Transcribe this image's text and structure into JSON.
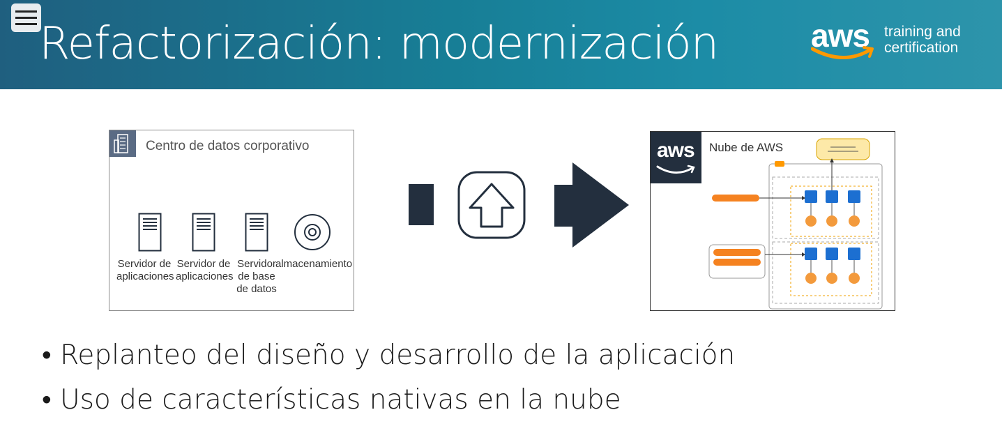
{
  "header": {
    "title": "Refactorización: modernización",
    "brand": {
      "logo": "aws",
      "line1": "training and",
      "line2": "certification"
    }
  },
  "menu": {
    "icon": "hamburger-menu-icon"
  },
  "datacenter": {
    "title": "Centro de datos corporativo",
    "icon": "building-icon",
    "items": [
      {
        "icon": "server-icon",
        "label": "Servidor de\naplicaciones"
      },
      {
        "icon": "server-icon",
        "label": "Servidor de\naplicaciones"
      },
      {
        "icon": "server-icon",
        "label": "Servidor\nde base\nde datos"
      },
      {
        "icon": "storage-disk-icon",
        "label": "almacenamiento"
      }
    ]
  },
  "migration": {
    "icon": "upload-arrow-icon"
  },
  "cloud": {
    "logo": "aws",
    "title": "Nube de AWS"
  },
  "bullets": [
    "Replanteo del diseño y desarrollo de la aplicación",
    "Uso de características nativas en la nube"
  ],
  "colors": {
    "header_start": "#1f5f7f",
    "header_end": "#2d94ab",
    "aws_dark": "#232f3e",
    "aws_orange": "#ff9900",
    "container_blue": "#1c6fd1"
  }
}
